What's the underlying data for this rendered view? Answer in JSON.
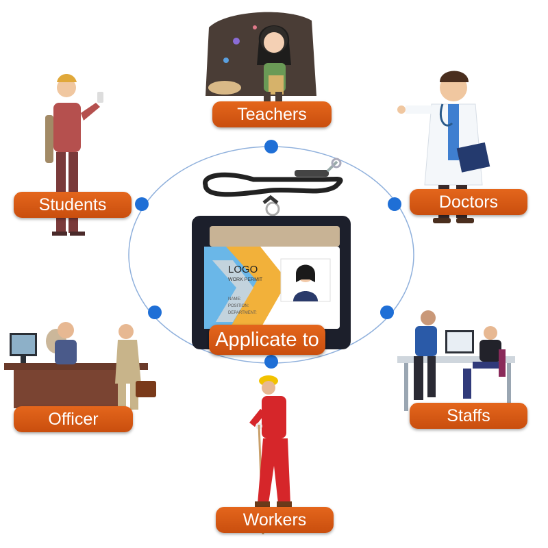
{
  "center_label": "Applicate to",
  "badge": {
    "logo": "LOGO",
    "subtitle": "WORK PERMIT",
    "fields": [
      "NAME:",
      "POSITION:",
      "DEPARTMENT:"
    ]
  },
  "groups": [
    {
      "label": "Teachers"
    },
    {
      "label": "Students"
    },
    {
      "label": "Doctors"
    },
    {
      "label": "Officer"
    },
    {
      "label": "Staffs"
    },
    {
      "label": "Workers"
    }
  ],
  "colors": {
    "label_orange": "#d9581a",
    "node_blue": "#1f6fd6",
    "ring_blue": "#8fb0dc"
  }
}
